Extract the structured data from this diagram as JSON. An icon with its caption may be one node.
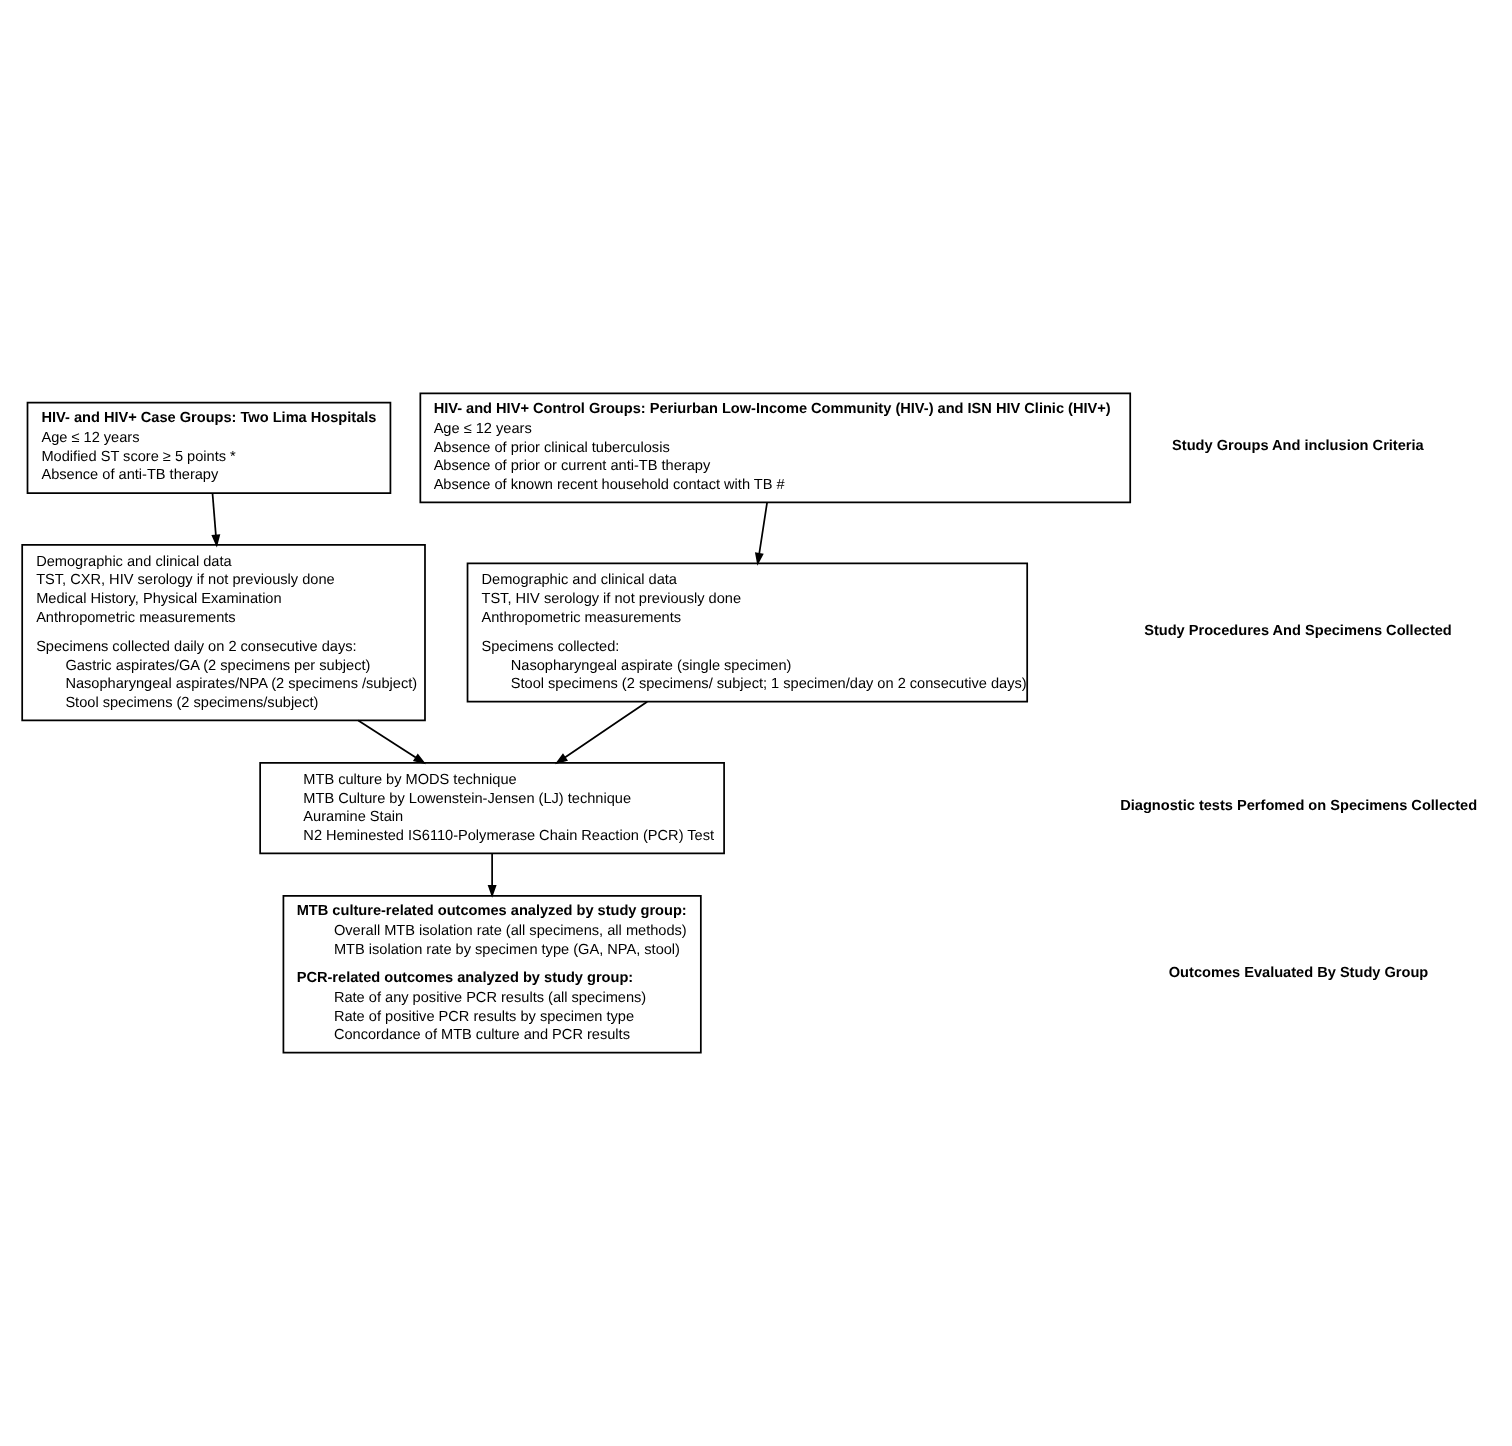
{
  "diagram": {
    "nodes": [
      {
        "text": [
          "HIV- and HIV+ Case Groups: Two Lima Hospitals",
          "Age ≤ 12 years",
          "Modified ST score ≥ 5 points *",
          "Absence of anti-TB therapy"
        ]
      },
      {
        "text": [
          "HIV- and HIV+ Control Groups: Periurban Low-Income Community (HIV-) and ISN HIV Clinic (HIV+)",
          "Age ≤ 12 years",
          "Absence of prior clinical tuberculosis",
          "Absence of prior or current anti-TB therapy",
          "Absence of known recent household contact with TB #"
        ]
      },
      {
        "text": [
          "Demographic and clinical data",
          "TST, CXR, HIV serology if not previously done",
          "Medical History, Physical Examination",
          "Anthropometric measurements",
          "Specimens collected daily on 2 consecutive days:",
          "Gastric aspirates/GA (2 specimens per subject)",
          "Nasopharyngeal aspirates/NPA (2 specimens /subject)",
          "Stool specimens (2 specimens/subject)"
        ]
      },
      {
        "text": [
          "Demographic and clinical data",
          "TST, HIV serology if not previously done",
          "Anthropometric measurements",
          "Specimens collected:",
          "Nasopharyngeal aspirate (single specimen)",
          "Stool specimens (2 specimens/ subject; 1 specimen/day on 2 consecutive days)"
        ]
      },
      {
        "text": [
          "MTB culture by MODS technique",
          "MTB Culture by Lowenstein-Jensen (LJ) technique",
          "Auramine Stain",
          "N2 Heminested IS6110-Polymerase Chain Reaction (PCR) Test"
        ]
      },
      {
        "text": [
          "MTB culture-related outcomes analyzed by study group:",
          "Overall MTB isolation rate (all specimens, all methods)",
          "MTB isolation rate by specimen type (GA, NPA, stool)",
          "PCR-related outcomes analyzed by study group:",
          "Rate of any positive PCR results (all specimens)",
          "Rate of positive PCR results by specimen type",
          "Concordance of MTB culture and PCR results"
        ]
      }
    ],
    "edges": [
      {
        "from": 0,
        "to": 2,
        "arrow": "to"
      },
      {
        "from": 1,
        "to": 3,
        "arrow": "to"
      },
      {
        "from": 2,
        "to": 4,
        "arrow": "to"
      },
      {
        "from": 3,
        "to": 4,
        "arrow": "to"
      },
      {
        "from": 4,
        "to": 5,
        "arrow": "to"
      }
    ],
    "labels": [
      "Study Groups And inclusion Criteria",
      "Study Procedures And Specimens Collected",
      "Diagnostic tests Perfomed on Specimens Collected",
      "Outcomes Evaluated By Study Group"
    ]
  }
}
